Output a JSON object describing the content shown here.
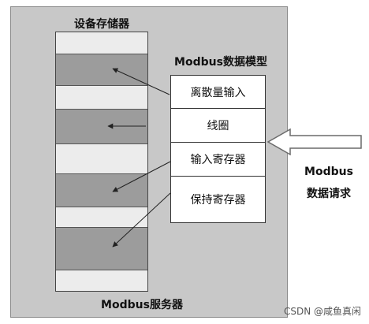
{
  "diagram": {
    "storage_title": "设备存储器",
    "model_title": "Modbus数据模型",
    "model_items": [
      "离散量输入",
      "线圈",
      "输入寄存器",
      "保持寄存器"
    ],
    "server_label": "Modbus服务器",
    "request_line1": "Modbus",
    "request_line2": "数据请求",
    "watermark": "CSDN @咸鱼真闲"
  },
  "colors": {
    "server_background": "#c8c8c8",
    "storage_light": "#ececec",
    "storage_dark": "#9c9c9c",
    "model_background": "#ffffff",
    "arrow": "#222222"
  }
}
